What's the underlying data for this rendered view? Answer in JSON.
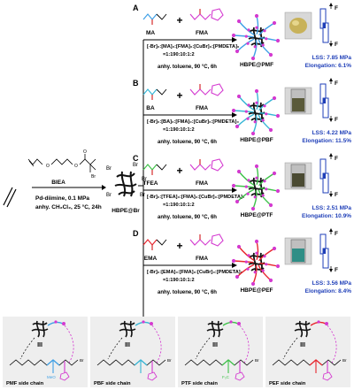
{
  "start": {
    "monomer_label": "BIEA",
    "condition_line1": "Pd-diimine, 0.1 MPa",
    "condition_line2": "anhy. CH₂Cl₂, 25 °C, 24h",
    "product_label": "HBPE@Br",
    "br_label": "Br"
  },
  "routes": [
    {
      "letter": "A",
      "monomer1": "MA",
      "monomer2": "FMA",
      "ratio_line": "[-Br]₀:[MA]₀:[FMA]₀:[CuBr]₀:[PMDETA]₀",
      "ratio_values": "=1:190:10:1:2",
      "solvent": "anhy. toluene, 90 °C, 6h",
      "product": "HBPE@PMF",
      "lss": "LSS: 7.85 MPa",
      "elongation": "Elongation: 6.1%",
      "arm_color": "#3fa0e6",
      "vial_color": "#c8b25a"
    },
    {
      "letter": "B",
      "monomer1": "BA",
      "monomer2": "FMA",
      "ratio_line": "[-Br]₀:[BA]₀:[FMA]₀:[CuBr]₀:[PMDETA]₀",
      "ratio_values": "=1:190:10:1:2",
      "solvent": "anhy. toluene, 90 °C, 6h",
      "product": "HBPE@PBF",
      "lss": "LSS: 4.22 MPa",
      "elongation": "Elongation: 11.5%",
      "arm_color": "#37b6d6",
      "vial_color": "#5a5a3a"
    },
    {
      "letter": "C",
      "monomer1": "TFEA",
      "monomer2": "FMA",
      "ratio_line": "[-Br]₀:[TFEA]₀:[FMA]₀:[CuBr]₀:[PMDETA]₀",
      "ratio_values": "=1:190:10:1:2",
      "solvent": "anhy. toluene, 90 °C, 6h",
      "product": "HBPE@PTF",
      "lss": "LSS: 2.51 MPa",
      "elongation": "Elongation: 10.9%",
      "arm_color": "#3fc24a",
      "vial_color": "#4a4a32"
    },
    {
      "letter": "D",
      "monomer1": "EMA",
      "monomer2": "FMA",
      "ratio_line": "[-Br]₀:[EMA]₀:[FMA]₀:[CuBr]₀:[PMDETA]₀",
      "ratio_values": "=1:190:10:1:2",
      "solvent": "anhy. toluene, 90 °C, 6h",
      "product": "HBPE@PEF",
      "lss": "LSS: 3.56 MPa",
      "elongation": "Elongation: 8.4%",
      "arm_color": "#e8262e",
      "vial_color": "#2f8e86"
    }
  ],
  "joint_label": "F",
  "bottom_panels": [
    {
      "label": "PMF side chain",
      "color": "#3fa0e6",
      "sub_label": "MeO"
    },
    {
      "label": "PBF side chain",
      "color": "#37b6d6",
      "sub_label": ""
    },
    {
      "label": "PTF side chain",
      "color": "#3fc24a",
      "sub_label": "F₃C"
    },
    {
      "label": "PEF side chain",
      "color": "#e8262e",
      "sub_label": ""
    }
  ],
  "colors": {
    "furan": "#d43ad0",
    "core": "#111111",
    "text_blue": "#1f3fb8",
    "panel_bg": "#eeeeee"
  }
}
